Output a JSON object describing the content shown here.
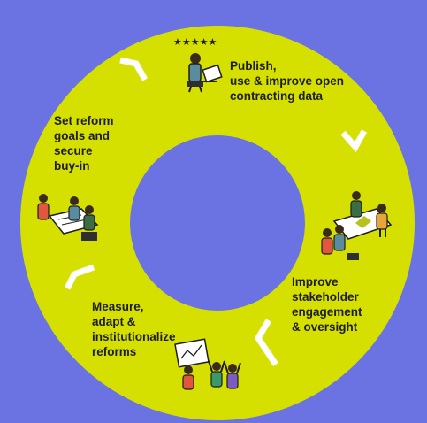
{
  "diagram": {
    "colors": {
      "background": "#6B73E3",
      "ring": "#D6E000",
      "arrow": "#FFFFFF",
      "text": "#1D1D1D"
    },
    "stages": [
      {
        "id": "publish",
        "text": "Publish,\nuse & improve open\ncontracting data",
        "icon": "person-laptop-stars-icon"
      },
      {
        "id": "improve",
        "text": "Improve\nstakeholder\nengagement\n& oversight",
        "icon": "people-map-discussion-icon"
      },
      {
        "id": "measure",
        "text": "Measure,\nadapt &\ninstitutionalize\nreforms",
        "icon": "people-chart-celebrating-icon"
      },
      {
        "id": "setgoals",
        "text": "Set reform\ngoals and\nsecure\nbuy-in",
        "icon": "people-document-planning-icon"
      }
    ]
  }
}
